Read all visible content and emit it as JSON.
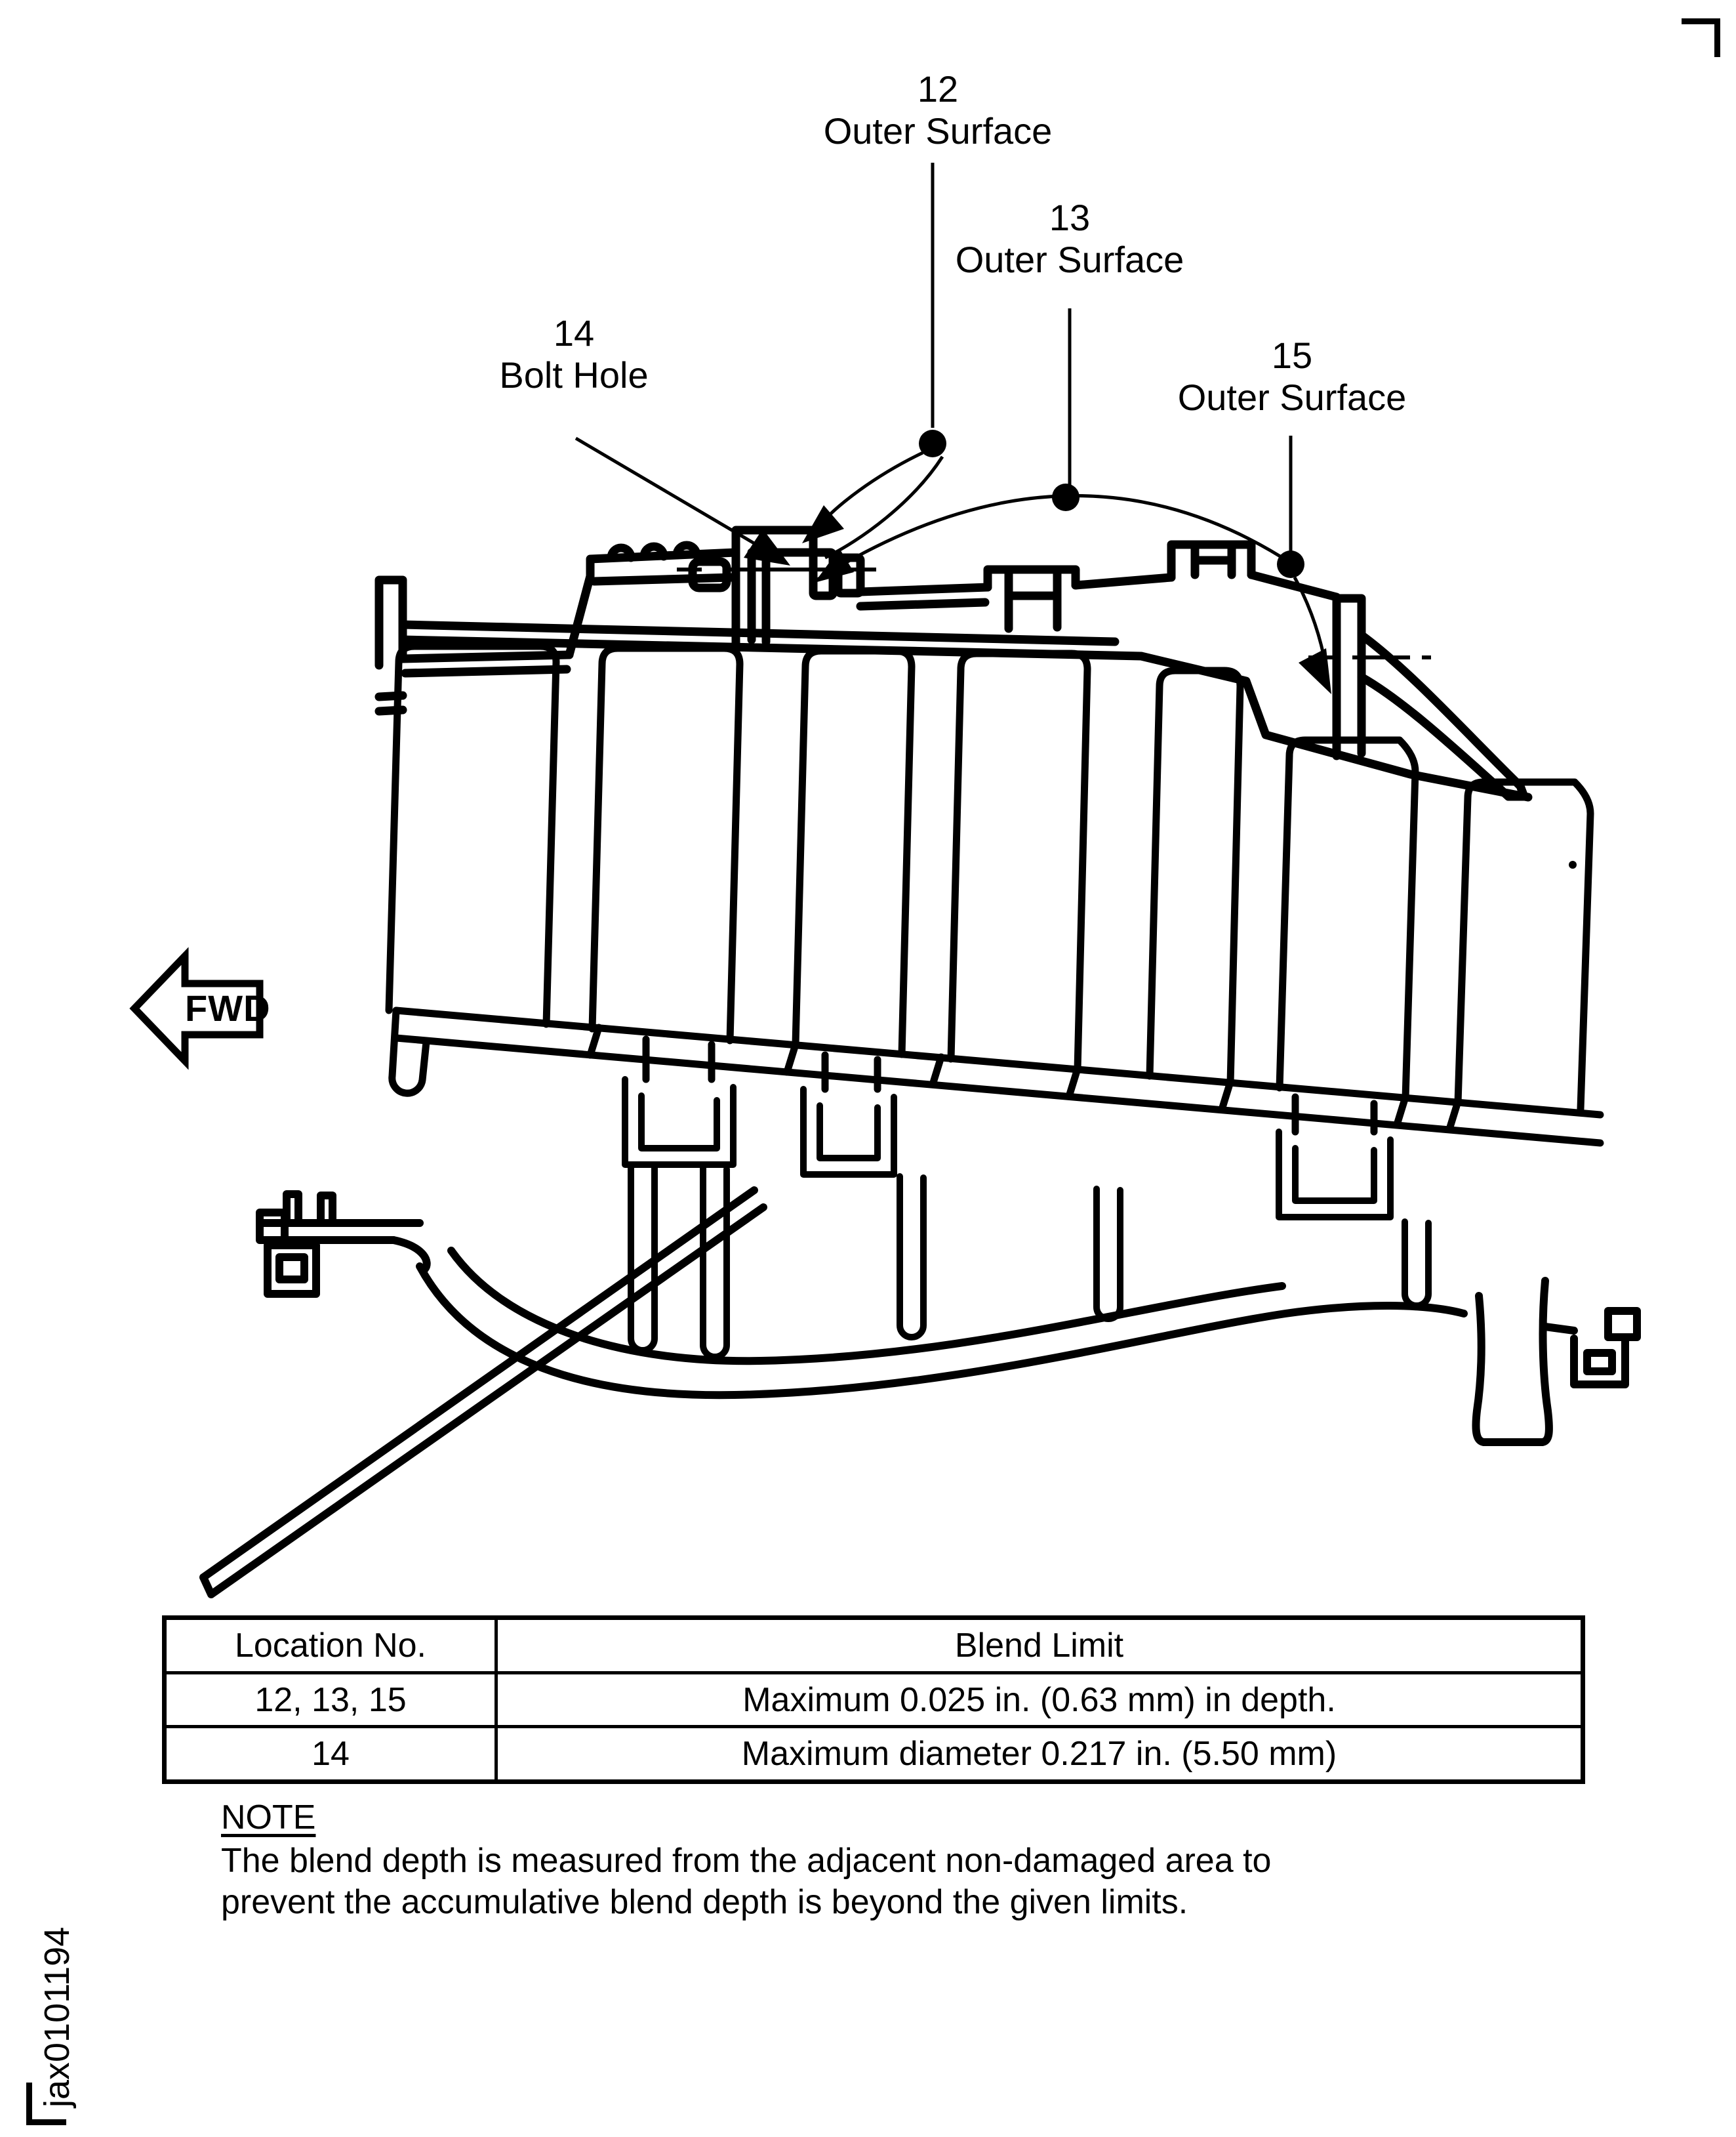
{
  "page": {
    "paper_color": "#ffffff",
    "ink_color": "#000000"
  },
  "figure": {
    "kind": "engine-case-cross-section",
    "callouts": [
      {
        "number": "12",
        "label": "Outer Surface"
      },
      {
        "number": "13",
        "label": "Outer Surface"
      },
      {
        "number": "14",
        "label": "Bolt Hole"
      },
      {
        "number": "15",
        "label": "Outer Surface"
      }
    ],
    "direction_indicator": "FWD",
    "figure_id": "jax0101194"
  },
  "table": {
    "headers": [
      "Location No.",
      "Blend Limit"
    ],
    "rows": [
      {
        "location": "12, 13, 15",
        "blend_limit": "Maximum 0.025 in. (0.63 mm) in depth."
      },
      {
        "location": "14",
        "blend_limit": "Maximum diameter 0.217 in. (5.50 mm)"
      }
    ]
  },
  "note": {
    "heading": "NOTE",
    "line1": "The blend depth is measured from the adjacent non-damaged area to",
    "line2": "prevent the accumulative blend depth is beyond the given limits."
  }
}
